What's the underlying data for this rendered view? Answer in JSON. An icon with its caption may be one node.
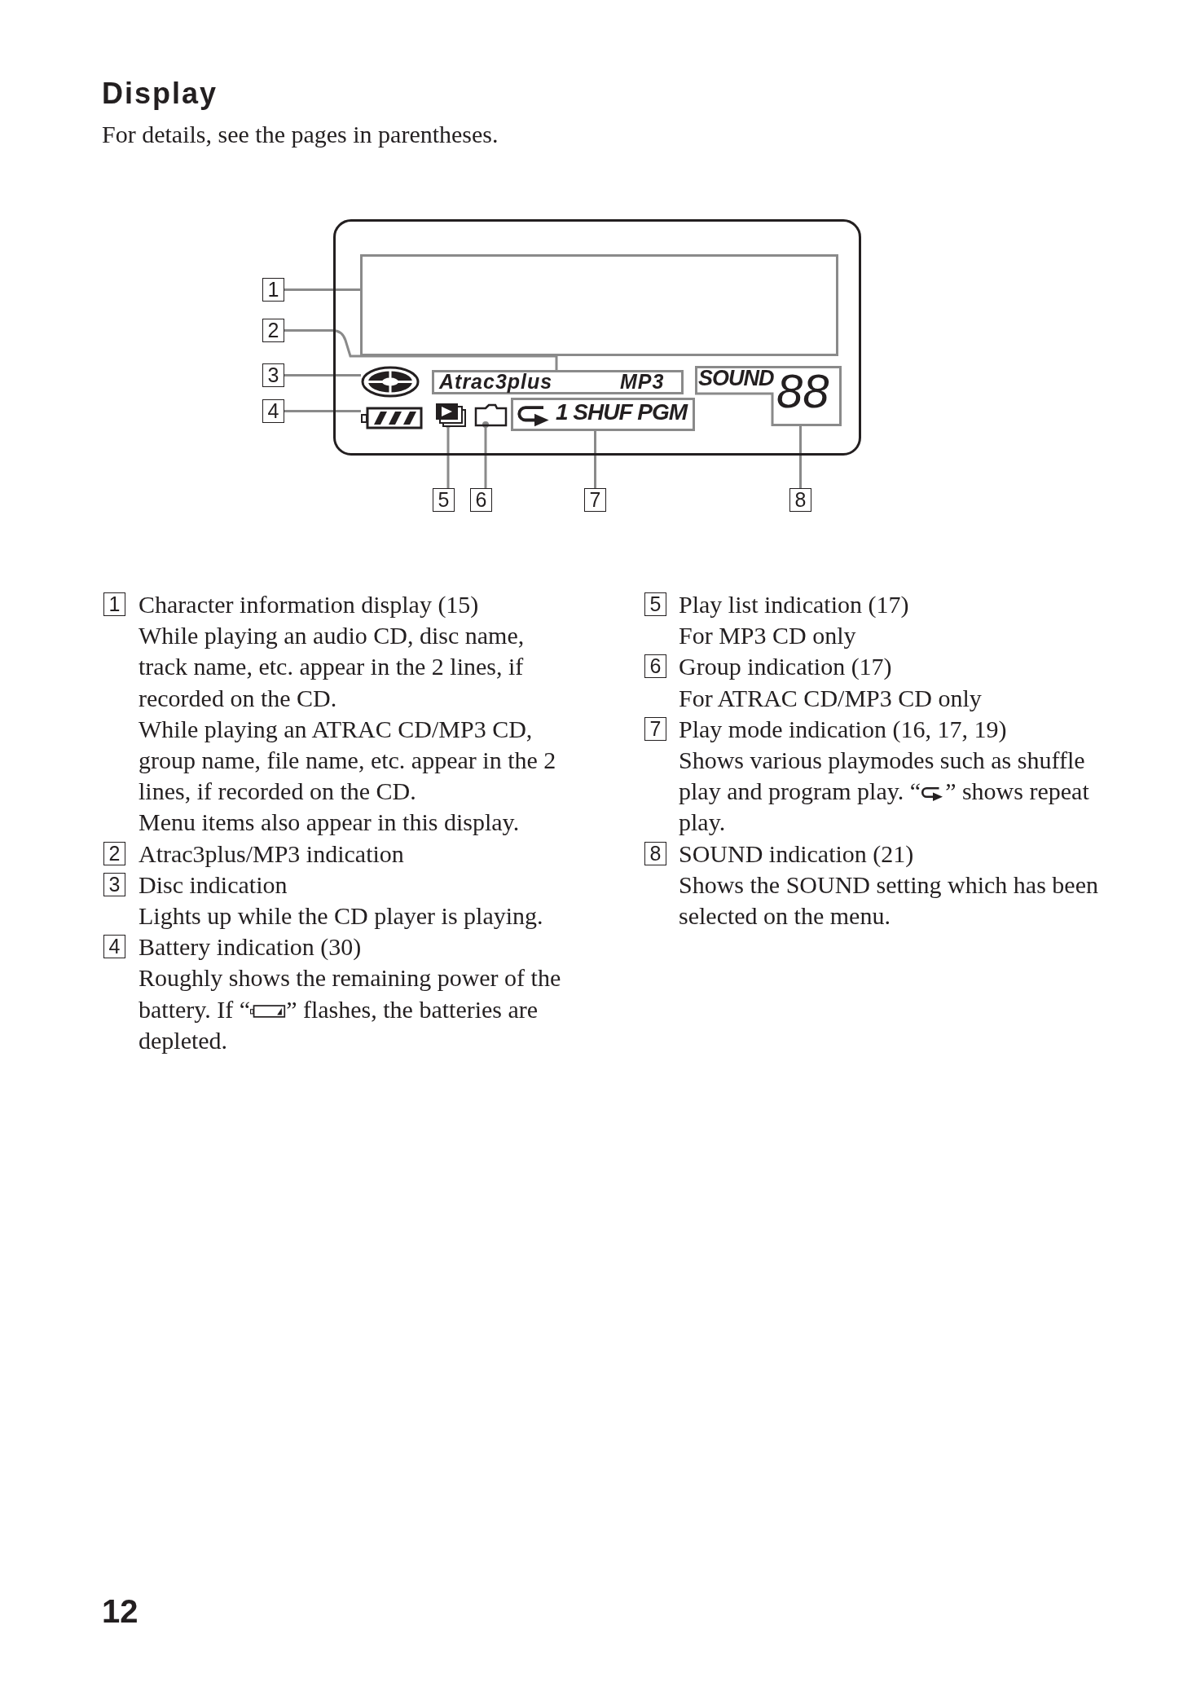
{
  "diagram": {
    "title": "Display",
    "nodes": [
      {
        "text": [],
        "shape": "box"
      },
      {
        "text": [],
        "shape": "box",
        "in": 0
      },
      {
        "text": [
          "Atrac3plus",
          "MP3"
        ],
        "in": 0
      },
      {
        "text": [],
        "shape": "disc",
        "in": 0
      },
      {
        "text": [],
        "shape": "battery",
        "in": 0
      },
      {
        "text": [],
        "shape": "picture",
        "in": 0
      },
      {
        "text": [],
        "shape": "folder",
        "in": 0
      },
      {
        "text": [
          "1 SHUF PGM"
        ],
        "in": 0
      },
      {
        "text": [
          "SOUND",
          "88"
        ],
        "in": 0
      },
      {
        "text": [
          "1"
        ]
      },
      {
        "text": [
          "2"
        ]
      },
      {
        "text": [
          "3"
        ]
      },
      {
        "text": [
          "4"
        ]
      },
      {
        "text": [
          "5"
        ]
      },
      {
        "text": [
          "6"
        ]
      },
      {
        "text": [
          "7"
        ]
      },
      {
        "text": [
          "8"
        ]
      },
      {
        "text": [
          "1"
        ]
      },
      {
        "text": [
          "2"
        ]
      },
      {
        "text": [
          "3"
        ]
      },
      {
        "text": [
          "4"
        ]
      },
      {
        "text": [
          "5"
        ]
      },
      {
        "text": [
          "6"
        ]
      },
      {
        "text": [
          "7"
        ]
      },
      {
        "text": [
          "8"
        ]
      }
    ],
    "edges": [
      {
        "from": 9,
        "to": 1,
        "arrow": "none"
      },
      {
        "from": 10,
        "to": 2,
        "arrow": "none"
      },
      {
        "from": 11,
        "to": 3,
        "arrow": "none"
      },
      {
        "from": 12,
        "to": 4,
        "arrow": "none"
      },
      {
        "from": 13,
        "to": 5,
        "arrow": "other"
      },
      {
        "from": 14,
        "to": 6,
        "arrow": "other"
      },
      {
        "from": 15,
        "to": 7,
        "arrow": "none"
      },
      {
        "from": 16,
        "to": 8,
        "arrow": "none"
      }
    ],
    "labels": [
      "For details, see the pages in parentheses.",
      "Character information display (15)",
      "While playing an audio CD, disc name, track name, etc. appear in the 2 lines, if recorded on the CD.",
      "While playing an ATRAC CD/MP3 CD, group name, file name, etc. appear in the 2 lines, if recorded on the CD.",
      "Menu items also appear in this display.",
      "Atrac3plus/MP3 indication",
      "Disc indication",
      "Lights up while the CD player is playing.",
      "Battery indication (30)",
      "Roughly shows the remaining power of the battery. If “",
      "” flashes, the batteries are depleted.",
      "Play list indication (17)",
      "For MP3 CD only",
      "Group indication (17)",
      "For ATRAC CD/MP3 CD only",
      "Play mode indication (16, 17, 19)",
      "Shows various playmodes such as shuffle play and program play. “",
      "” shows repeat play.",
      "SOUND indication (21)",
      "Shows the SOUND setting which has been selected on the menu.",
      "12"
    ]
  }
}
